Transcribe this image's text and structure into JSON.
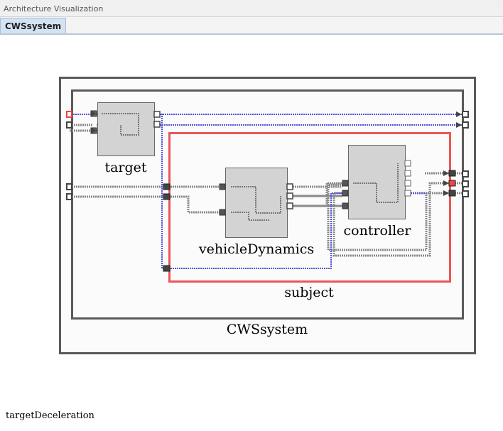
{
  "window": {
    "title": "Architecture Visualization"
  },
  "tabs": [
    {
      "label": "CWSsystem",
      "active": true
    }
  ],
  "diagram": {
    "root_label": "CWSsystem",
    "subsystem_label": "subject",
    "components": {
      "target": "target",
      "vehicleDynamics": "vehicleDynamics",
      "controller": "controller"
    }
  },
  "status_text": "targetDeceleration",
  "colors": {
    "highlight": "#ee5555",
    "selected_wire": "#4444dd",
    "wire": "#888888",
    "component_fill": "#d3d3d3"
  }
}
